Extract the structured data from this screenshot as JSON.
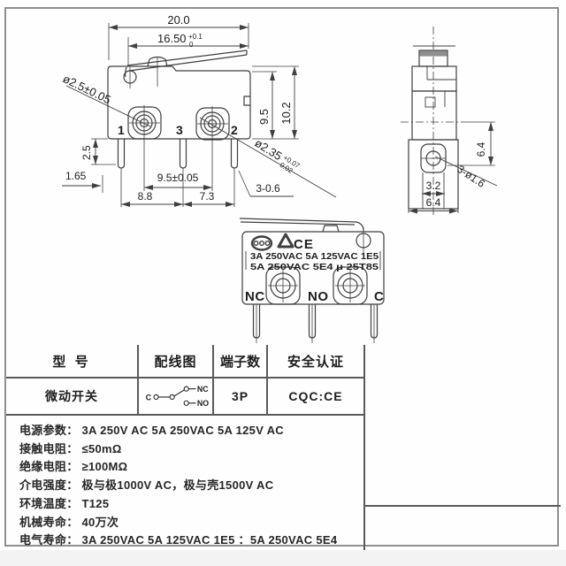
{
  "colors": {
    "line": "#3f3f3f",
    "dim_line": "#5a5a5a",
    "table_border": "#5a5a5a",
    "frame": "#8f8f8f",
    "text": "#1d1d1d",
    "background": "#fefefe"
  },
  "drawings": {
    "side_view": {
      "dim_width": "20.0",
      "dim_lever": "16.50",
      "dim_lever_sup": "+0.1",
      "dim_lever_sub": "0",
      "hole_dia": "ø2.5±0.05",
      "dim_body_h1": "9.5",
      "dim_body_h2": "10.2",
      "dim_pin_len": "2.5",
      "dim_pin_offset": "1.65",
      "dim_hole_pitch": "9.5±0.05",
      "dim_pin_pitch1": "8.8",
      "dim_pin_pitch2": "7.3",
      "dim_pin_thickness": "3-0.6",
      "terminal_dia": "ø2.35",
      "terminal_dia_sup": "+0.07",
      "terminal_dia_sub": "0.02",
      "terminal_1": "1",
      "terminal_3": "3",
      "terminal_2": "2"
    },
    "end_view": {
      "dim_height": "6.4",
      "dim_slot": "3.2",
      "dim_width": "6.4",
      "holes_note": "3-ø1.6"
    },
    "front_view": {
      "rating_line1": "3A 250VAC 5A 125VAC 1E5",
      "rating_line2": "5A 250VAC 5E4 μ 25T85",
      "ce_mark": "CE",
      "label_nc": "NC",
      "label_no": "NO",
      "label_c": "C",
      "icons": [
        "oval-triple-circle-mark",
        "triangle-mark",
        "ce-mark"
      ]
    }
  },
  "table": {
    "headers": [
      "型  号",
      "配线图",
      "端子数",
      "安全认证"
    ],
    "row": {
      "model": "微动开关",
      "terminals": "3P",
      "certification": "CQC:CE",
      "wiring": {
        "c": "C",
        "nc": "NC",
        "no": "NO"
      }
    }
  },
  "specs": [
    {
      "label": "电源参数：",
      "value": "3A 250V AC  5A 250VAC  5A 125V AC"
    },
    {
      "label": "接触电阻：",
      "value": "≤50mΩ"
    },
    {
      "label": "绝缘电阻：",
      "value": "≥100MΩ"
    },
    {
      "label": "介电强度：",
      "value": "极与极1000V AC，极与壳1500V AC"
    },
    {
      "label": "环境温度：",
      "value": "T125"
    },
    {
      "label": "机械寿命：",
      "value": "40万次"
    },
    {
      "label": "电气寿命：",
      "value": "3A 250VAC 5A 125VAC  1E5 ：5A 250VAC 5E4"
    }
  ]
}
